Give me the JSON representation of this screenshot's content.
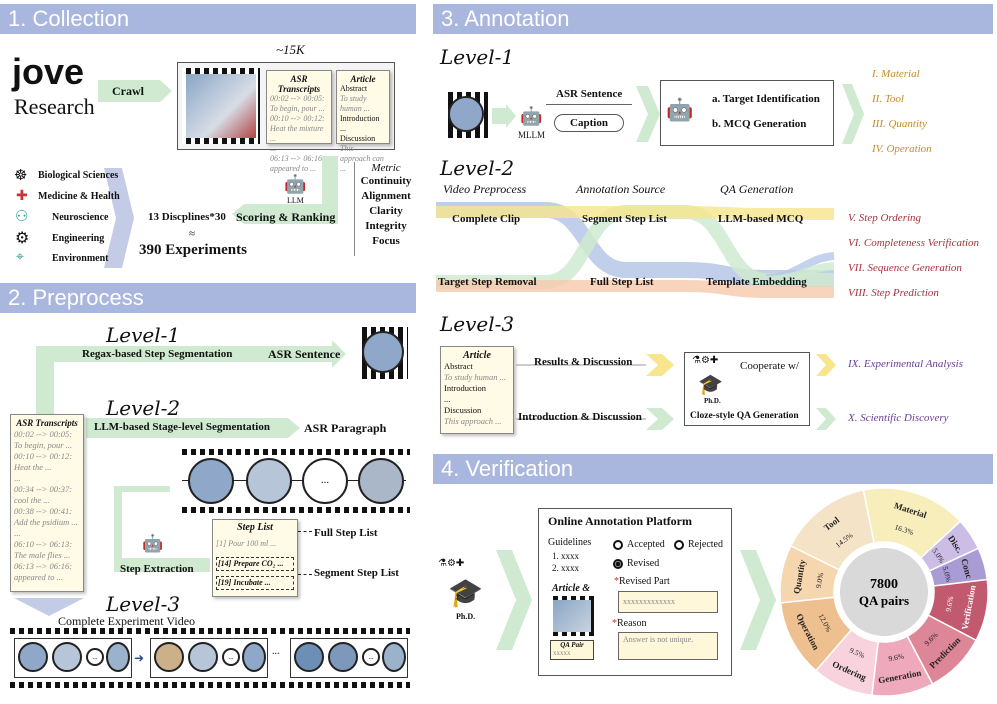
{
  "sections": {
    "collection": "1. Collection",
    "preprocess": "2. Preprocess",
    "annotation": "3. Annotation",
    "verification": "4. Verification"
  },
  "collection": {
    "logo_top": "jove",
    "logo_bottom": "Research",
    "crawl": "Crawl",
    "count": "~15K",
    "asr_title": "ASR Transcripts",
    "asr_lines": [
      "00:02 --> 00:05:",
      "To begin, pour ...",
      "00:10 --> 00:12:",
      "Heat the mixture ...",
      "...",
      "06:13 --> 06:16:",
      "appeared to ..."
    ],
    "article_title": "Article",
    "article_lines": [
      "Abstract",
      "To study human ...",
      "Introduction",
      "...",
      "Discussion",
      "This approach can ..."
    ],
    "metric_title": "Metric",
    "metrics": [
      "Continuity",
      "Alignment",
      "Clarity",
      "Integrity",
      "Focus"
    ],
    "llm": "LLM",
    "scoring": "Scoring & Ranking",
    "disciplines_formula": "13 Discplines*30",
    "approx": "≈",
    "experiments": "390 Experiments",
    "disciplines": [
      "Biological Sciences",
      "Medicine & Health",
      "Neuroscience",
      "Engineering",
      "Environment"
    ]
  },
  "preprocess": {
    "level1": "Level-1",
    "level2": "Level-2",
    "level3": "Level-3",
    "regex": "Regax-based Step Segmentation",
    "asr_sentence": "ASR Sentence",
    "llm_stage": "LLM-based Stage-level Segmentation",
    "asr_paragraph": "ASR Paragraph",
    "asr_title": "ASR Transcripts",
    "asr_lines": [
      "00:02 --> 00:05:",
      "To begin, pour ...",
      "00:10 --> 00:12:",
      "Heat the ...",
      "...",
      "00:34 --> 00:37:",
      "cool the ...",
      "00:38 --> 00:41:",
      "Add the psidium ...",
      "...",
      "06:10 --> 06:13:",
      "The male flies ...",
      "06:13 --> 06:16:",
      "appeared to ..."
    ],
    "ellipsis": "...",
    "step_extraction": "Step Extraction",
    "step_list_title": "Step List",
    "step_items": [
      "[1] Pour 100 ml ...",
      "[14] Prepare CO₂ ...",
      "[19] Incubate ..."
    ],
    "full_step_list": "Full Step List",
    "segment_step_list": "Segment Step List",
    "complete_video": "Complete Experiment Video"
  },
  "annotation": {
    "level1": "Level-1",
    "level2": "Level-2",
    "level3": "Level-3",
    "mllm": "MLLM",
    "asr_sentence": "ASR Sentence",
    "caption": "Caption",
    "task_a": "a.  Target Identification",
    "task_b": "b. MCQ Generation",
    "l1_outputs": [
      "I. Material",
      "II. Tool",
      "III. Quantity",
      "IV. Operation"
    ],
    "col_video": "Video Preprocess",
    "col_source": "Annotation Source",
    "col_qa": "QA Generation",
    "complete_clip": "Complete Clip",
    "segment_step_list": "Segment Step List",
    "llm_mcq": "LLM-based MCQ",
    "target_removal": "Target Step Removal",
    "full_step_list": "Full Step List",
    "template": "Template Embedding",
    "l2_outputs": [
      "V. Step Ordering",
      "VI. Completeness Verification",
      "VII. Sequence Generation",
      "VIII. Step Prediction"
    ],
    "article_title": "Article",
    "article_lines": [
      "Abstract",
      "To study human ...",
      "Introduction",
      "...",
      "Discussion",
      "This approach ..."
    ],
    "results_discussion": "Results & Discussion",
    "intro_discussion": "Introduction & Discussion",
    "cooperate": "Cooperate w/",
    "phd": "Ph.D.",
    "cloze": "Cloze-style QA Generation",
    "l3_outputs": [
      "IX. Experimental Analysis",
      "X. Scientific Discovery"
    ]
  },
  "verification": {
    "phd": "Ph.D.",
    "platform_title": "Online Annotation Platform",
    "guidelines": "Guidelines",
    "guideline_items": [
      "1.  xxxx",
      "2.  xxxx"
    ],
    "accepted": "Accepted",
    "rejected": "Rejected",
    "revised": "Revised",
    "article_and": "Article &",
    "revised_part": "Revised Part",
    "revised_value": "xxxxxxxxxxxxx",
    "reason": "Reason",
    "reason_value": "Answer is not unique.",
    "qa_pair": "QA Pair",
    "qa_pair_value": "xxxxx",
    "asterisk": "*",
    "total_count": "7800",
    "total_label": "QA pairs"
  },
  "chart_data": {
    "type": "pie",
    "variant": "donut",
    "center_text": [
      "7800",
      "QA pairs"
    ],
    "slices": [
      {
        "label": "Material",
        "value": 16.3,
        "color": "#f7eebb"
      },
      {
        "label": "Disc.",
        "value": 5.0,
        "color": "#cbbde6"
      },
      {
        "label": "Conc",
        "value": 5.0,
        "color": "#a99bd3"
      },
      {
        "label": "Verification",
        "value": 9.6,
        "color": "#c15a6e"
      },
      {
        "label": "Prediction",
        "value": 9.6,
        "color": "#dd8698"
      },
      {
        "label": "Generation",
        "value": 9.6,
        "color": "#efa9bd"
      },
      {
        "label": "Ordering",
        "value": 9.5,
        "color": "#f8d2dd"
      },
      {
        "label": "Operation",
        "value": 12.0,
        "color": "#efc08f"
      },
      {
        "label": "Quantity",
        "value": 9.0,
        "color": "#f5d6ae"
      },
      {
        "label": "Tool",
        "value": 14.5,
        "color": "#f4e3c7"
      }
    ],
    "value_labels": [
      "16.3%",
      "5.0%",
      "5.0%",
      "9.6%",
      "9.6%",
      "9.6%",
      "9.5%",
      "12.0%",
      "9.0%",
      "14.5%"
    ]
  }
}
